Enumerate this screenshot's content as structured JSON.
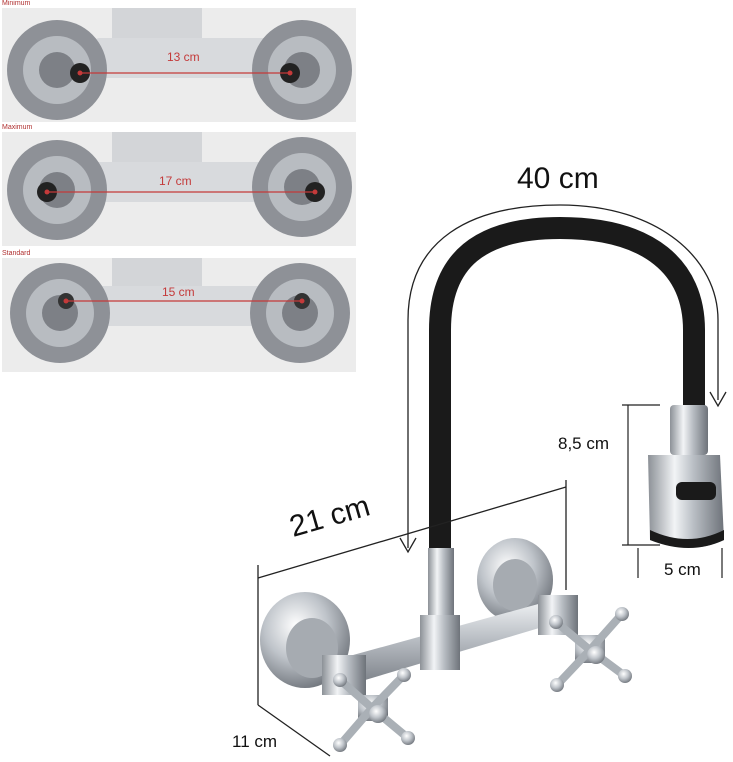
{
  "panels": [
    {
      "label": "Minimum",
      "distance": "13 cm"
    },
    {
      "label": "Maximum",
      "distance": "17 cm"
    },
    {
      "label": "Standard",
      "distance": "15 cm"
    }
  ],
  "dimensions": {
    "spout_arc": "40 cm",
    "width": "21 cm",
    "depth": "11 cm",
    "head_height": "8,5 cm",
    "head_width": "5 cm"
  },
  "colors": {
    "hose": "#1a1a1a",
    "chrome": "#c9cdd2",
    "measure": "#c43a3a"
  }
}
